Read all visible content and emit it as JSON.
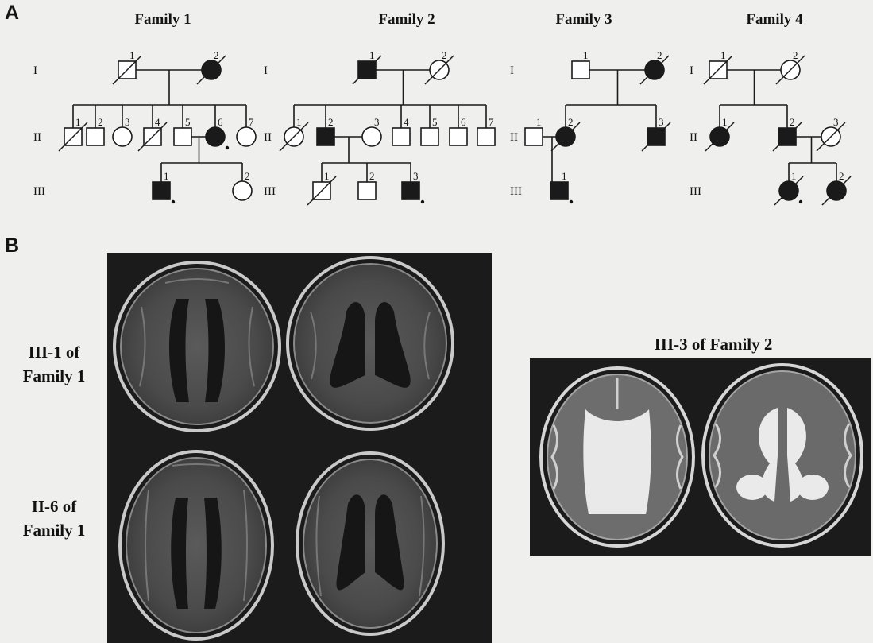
{
  "panels": {
    "a_letter": "A",
    "b_letter": "B"
  },
  "pedigrees": {
    "generation_labels": [
      "I",
      "II",
      "III"
    ],
    "families": [
      {
        "title": "Family 1",
        "members": [
          {
            "id": "I-1",
            "label": "1",
            "sex": "male",
            "affected": false,
            "deceased": true
          },
          {
            "id": "I-2",
            "label": "2",
            "sex": "female",
            "affected": true,
            "deceased": true
          },
          {
            "id": "II-1",
            "label": "1",
            "sex": "male",
            "affected": false,
            "deceased": true
          },
          {
            "id": "II-2",
            "label": "2",
            "sex": "male",
            "affected": false,
            "deceased": false
          },
          {
            "id": "II-3",
            "label": "3",
            "sex": "female",
            "affected": false,
            "deceased": false
          },
          {
            "id": "II-4",
            "label": "4",
            "sex": "male",
            "affected": false,
            "deceased": true
          },
          {
            "id": "II-5",
            "label": "5",
            "sex": "male",
            "affected": false,
            "deceased": false
          },
          {
            "id": "II-6",
            "label": "6",
            "sex": "female",
            "affected": true,
            "deceased": false,
            "proband_dot": true
          },
          {
            "id": "II-7",
            "label": "7",
            "sex": "female",
            "affected": false,
            "deceased": false
          },
          {
            "id": "III-1",
            "label": "1",
            "sex": "male",
            "affected": true,
            "deceased": false,
            "proband_dot": true
          },
          {
            "id": "III-2",
            "label": "2",
            "sex": "female",
            "affected": false,
            "deceased": false
          }
        ]
      },
      {
        "title": "Family 2",
        "members": [
          {
            "id": "I-1",
            "label": "1",
            "sex": "male",
            "affected": true,
            "deceased": true
          },
          {
            "id": "I-2",
            "label": "2",
            "sex": "female",
            "affected": false,
            "deceased": true
          },
          {
            "id": "II-1",
            "label": "1",
            "sex": "female",
            "affected": false,
            "deceased": true
          },
          {
            "id": "II-2",
            "label": "2",
            "sex": "male",
            "affected": true,
            "deceased": false
          },
          {
            "id": "II-3",
            "label": "3",
            "sex": "female",
            "affected": false,
            "deceased": false
          },
          {
            "id": "II-4",
            "label": "4",
            "sex": "male",
            "affected": false,
            "deceased": false
          },
          {
            "id": "II-5",
            "label": "5",
            "sex": "male",
            "affected": false,
            "deceased": false
          },
          {
            "id": "II-6",
            "label": "6",
            "sex": "male",
            "affected": false,
            "deceased": false
          },
          {
            "id": "II-7",
            "label": "7",
            "sex": "male",
            "affected": false,
            "deceased": false
          },
          {
            "id": "III-1",
            "label": "1",
            "sex": "male",
            "affected": false,
            "deceased": true
          },
          {
            "id": "III-2",
            "label": "2",
            "sex": "male",
            "affected": false,
            "deceased": false
          },
          {
            "id": "III-3",
            "label": "3",
            "sex": "male",
            "affected": true,
            "deceased": false,
            "proband_dot": true
          }
        ]
      },
      {
        "title": "Family 3",
        "members": [
          {
            "id": "I-1",
            "label": "1",
            "sex": "male",
            "affected": false,
            "deceased": false
          },
          {
            "id": "I-2",
            "label": "2",
            "sex": "female",
            "affected": true,
            "deceased": true
          },
          {
            "id": "II-1",
            "label": "1",
            "sex": "male",
            "affected": false,
            "deceased": false
          },
          {
            "id": "II-2",
            "label": "2",
            "sex": "female",
            "affected": true,
            "deceased": true
          },
          {
            "id": "II-3",
            "label": "3",
            "sex": "male",
            "affected": true,
            "deceased": true
          },
          {
            "id": "III-1",
            "label": "1",
            "sex": "male",
            "affected": true,
            "deceased": false,
            "proband_dot": true
          }
        ]
      },
      {
        "title": "Family 4",
        "members": [
          {
            "id": "I-1",
            "label": "1",
            "sex": "male",
            "affected": false,
            "deceased": true
          },
          {
            "id": "I-2",
            "label": "2",
            "sex": "female",
            "affected": false,
            "deceased": true
          },
          {
            "id": "II-1",
            "label": "1",
            "sex": "female",
            "affected": true,
            "deceased": true
          },
          {
            "id": "II-2",
            "label": "2",
            "sex": "male",
            "affected": true,
            "deceased": true
          },
          {
            "id": "II-3",
            "label": "3",
            "sex": "female",
            "affected": false,
            "deceased": true
          },
          {
            "id": "III-1",
            "label": "1",
            "sex": "female",
            "affected": true,
            "deceased": true,
            "proband_dot": true
          },
          {
            "id": "III-2",
            "label": "2",
            "sex": "female",
            "affected": true,
            "deceased": true
          }
        ]
      }
    ]
  },
  "mri": {
    "left_label_top": [
      "III-1 of",
      "Family 1"
    ],
    "left_label_bottom": [
      "II-6 of",
      "Family 1"
    ],
    "right_label": "III-3 of Family 2"
  },
  "colors": {
    "background": "#efefed",
    "affected_fill": "#1a1a1a",
    "unaffected_fill": "#ffffff",
    "mri_background": "#1b1b1b"
  }
}
